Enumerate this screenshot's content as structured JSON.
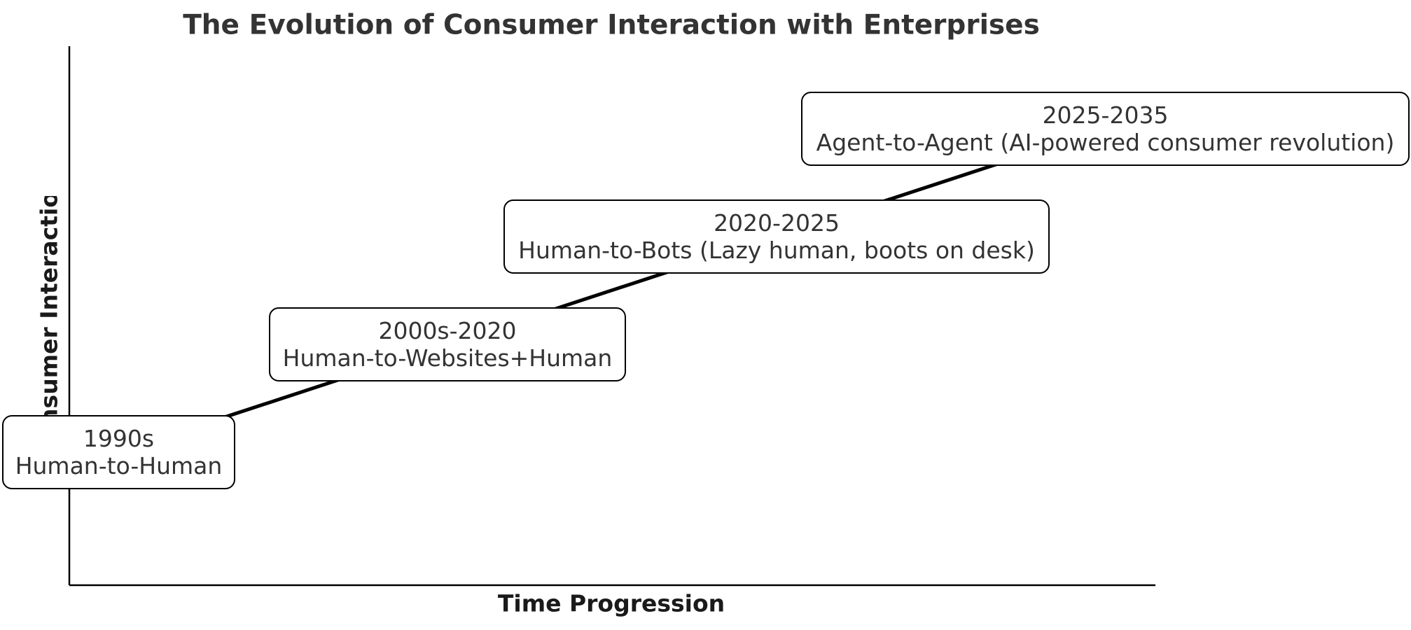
{
  "title": "The Evolution of Consumer Interaction with Enterprises",
  "xlabel": "Time Progression",
  "ylabel": "Consumer Interaction Model",
  "colors": {
    "title": "#333333",
    "axis_label": "#1a1a1a",
    "node_text": "#333333",
    "node_border": "#000000",
    "connector": "#000000",
    "background": "#ffffff"
  },
  "stages": [
    {
      "period": "1990s",
      "label": "Human-to-Human"
    },
    {
      "period": "2000s-2020",
      "label": "Human-to-Websites+Human"
    },
    {
      "period": "2020-2025",
      "label": "Human-to-Bots (Lazy human, boots on desk)"
    },
    {
      "period": "2025-2035",
      "label": "Agent-to-Agent (AI-powered consumer revolution)"
    }
  ]
}
